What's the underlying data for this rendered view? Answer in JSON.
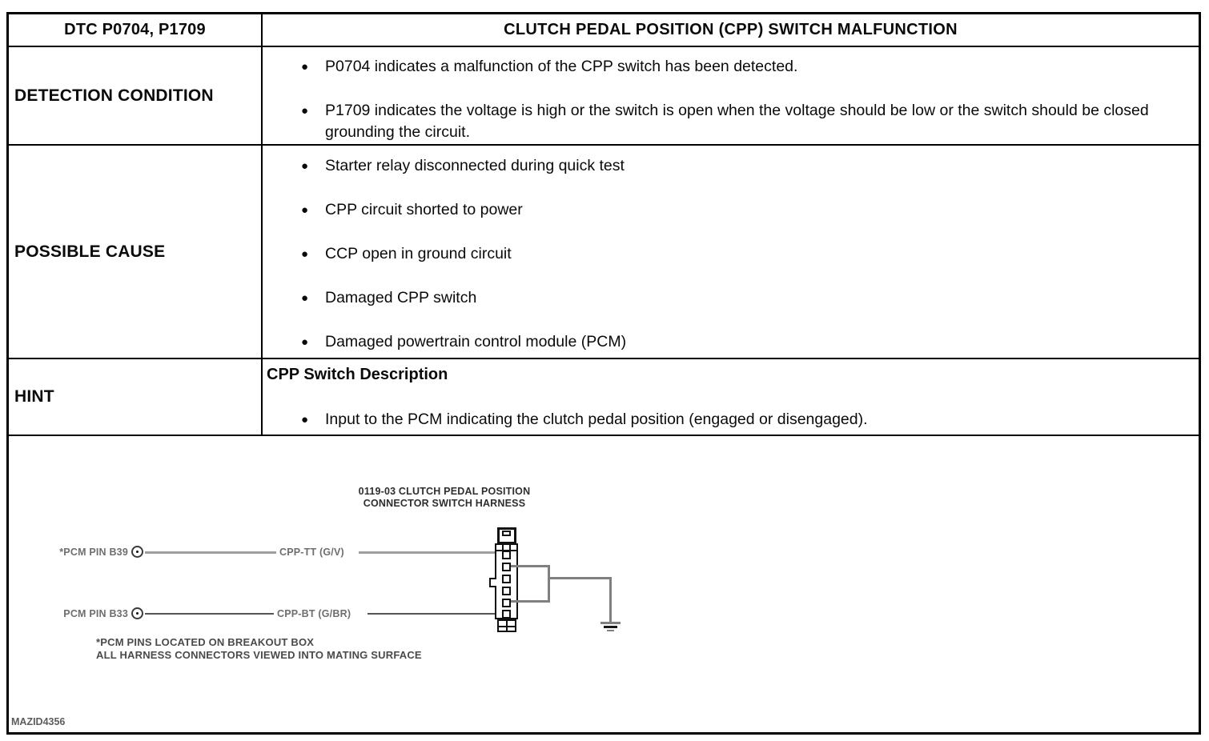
{
  "header": {
    "dtc": "DTC P0704, P1709",
    "title": "CLUTCH PEDAL POSITION (CPP) SWITCH MALFUNCTION"
  },
  "detection": {
    "label": "DETECTION CONDITION",
    "bullets": [
      "P0704 indicates a malfunction of the CPP switch has been detected.",
      "P1709 indicates the voltage is high or the switch is open when the voltage should be low or the switch should be closed grounding the circuit."
    ]
  },
  "possible_cause": {
    "label": "POSSIBLE CAUSE",
    "bullets": [
      "Starter relay disconnected during quick test",
      "CPP circuit shorted to power",
      "CCP open in ground circuit",
      "Damaged CPP switch",
      "Damaged powertrain control module (PCM)"
    ]
  },
  "hint": {
    "label": "HINT",
    "heading": "CPP Switch Description",
    "bullets": [
      "Input to the PCM indicating the clutch pedal position (engaged or disengaged)."
    ]
  },
  "diagram": {
    "title_line1": "0119-03 CLUTCH PEDAL POSITION",
    "title_line2": "CONNECTOR SWITCH HARNESS",
    "pcm_pin_top": "*PCM PIN B39",
    "pcm_pin_bottom": "PCM PIN B33",
    "wire_top_label": "CPP-TT (G/V)",
    "wire_bottom_label": "CPP-BT (G/BR)",
    "footnote_line1": "*PCM PINS LOCATED ON BREAKOUT BOX",
    "footnote_line2": "ALL HARNESS CONNECTORS VIEWED INTO MATING SURFACE",
    "figure_id": "MAZID4356"
  },
  "colors": {
    "wire_gray": "#9e9e9e",
    "wire_dark": "#555555",
    "bracket_gray": "#808080"
  }
}
